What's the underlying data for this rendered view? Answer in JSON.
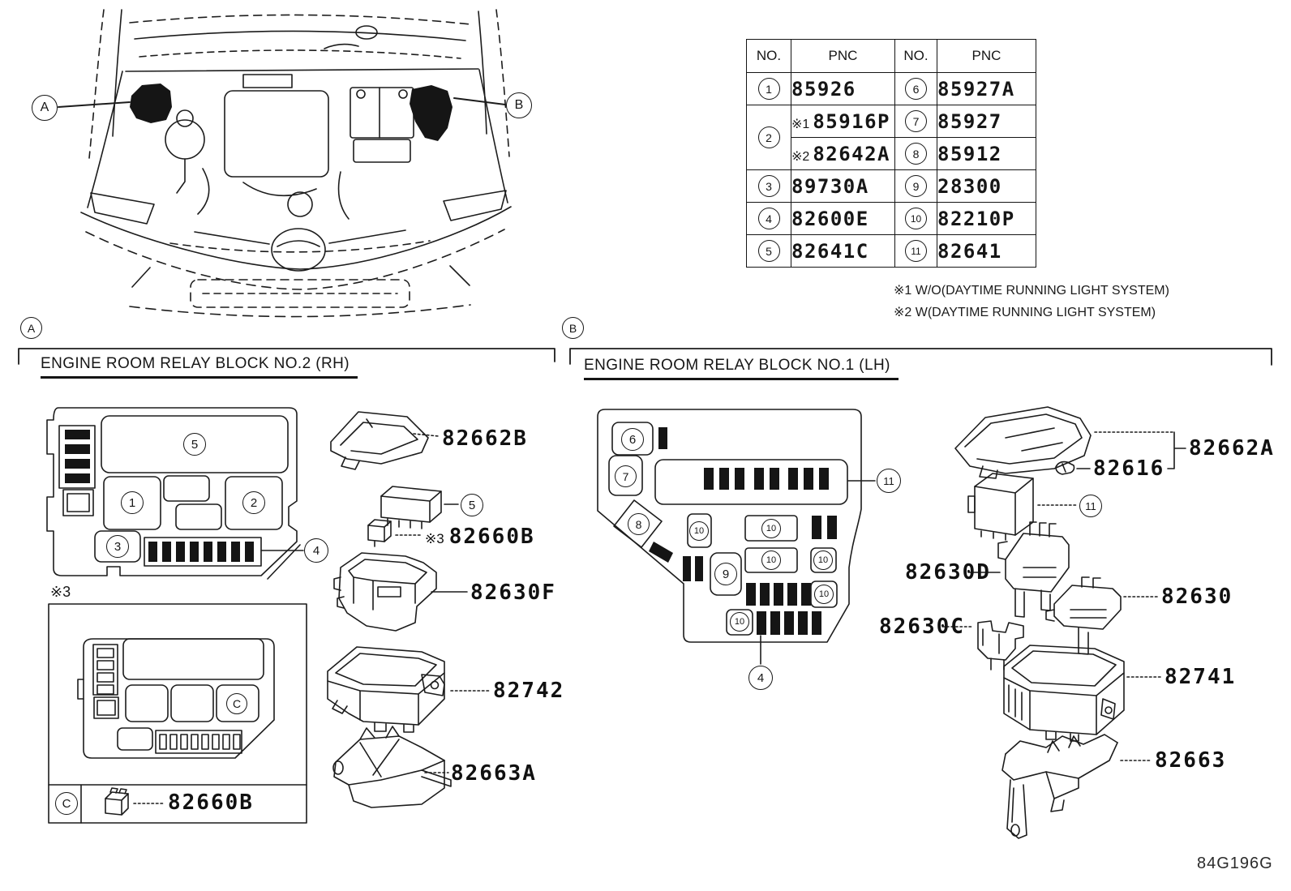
{
  "footer": {
    "code": "84G196G"
  },
  "car": {
    "callout_a": "A",
    "callout_b": "B"
  },
  "table": {
    "headers": [
      "NO.",
      "PNC",
      "NO.",
      "PNC"
    ],
    "rows": {
      "r1": {
        "no_l": "1",
        "pnc_l": "85926",
        "no_r": "6",
        "pnc_r": "85927A"
      },
      "r2a": {
        "no_l": "2",
        "star_l": "※1",
        "pnc_l": "85916P",
        "no_r": "7",
        "pnc_r": "85927"
      },
      "r2b": {
        "star_l": "※2",
        "pnc_l": "82642A",
        "no_r": "8",
        "pnc_r": "85912"
      },
      "r3": {
        "no_l": "3",
        "pnc_l": "89730A",
        "no_r": "9",
        "pnc_r": "28300"
      },
      "r4": {
        "no_l": "4",
        "pnc_l": "82600E",
        "no_r": "10",
        "pnc_r": "82210P"
      },
      "r5": {
        "no_l": "5",
        "pnc_l": "82641C",
        "no_r": "11",
        "pnc_r": "82641"
      }
    }
  },
  "notes": {
    "line1": "※1 W/O(DAYTIME RUNNING LIGHT SYSTEM)",
    "line2": "※2 W(DAYTIME RUNNING LIGHT SYSTEM)"
  },
  "section_a": {
    "callout": "A",
    "title": "ENGINE ROOM RELAY BLOCK NO.2 (RH)",
    "note3": "※3",
    "labels": {
      "cover": "82662B",
      "relay_num": "5",
      "small_relay_star": "※3",
      "small_relay": "82660B",
      "lower_block": "82630F",
      "housing": "82742",
      "bracket": "82663A",
      "legend_letter": "C",
      "legend_part": "82660B"
    },
    "block_numbers": {
      "n1": "1",
      "n2": "2",
      "n3": "3",
      "n4": "4",
      "n5": "5",
      "nC": "C"
    }
  },
  "section_b": {
    "callout": "B",
    "title": "ENGINE ROOM RELAY BLOCK NO.1 (LH)",
    "labels": {
      "cover": "82662A",
      "clip": "82616",
      "holder": "82630D",
      "block": "82630",
      "bracket_c": "82630C",
      "housing": "82741",
      "bracket": "82663"
    },
    "block_numbers": {
      "n4": "4",
      "n6": "6",
      "n7": "7",
      "n8": "8",
      "n9": "9",
      "n10": "10",
      "n11": "11"
    }
  }
}
